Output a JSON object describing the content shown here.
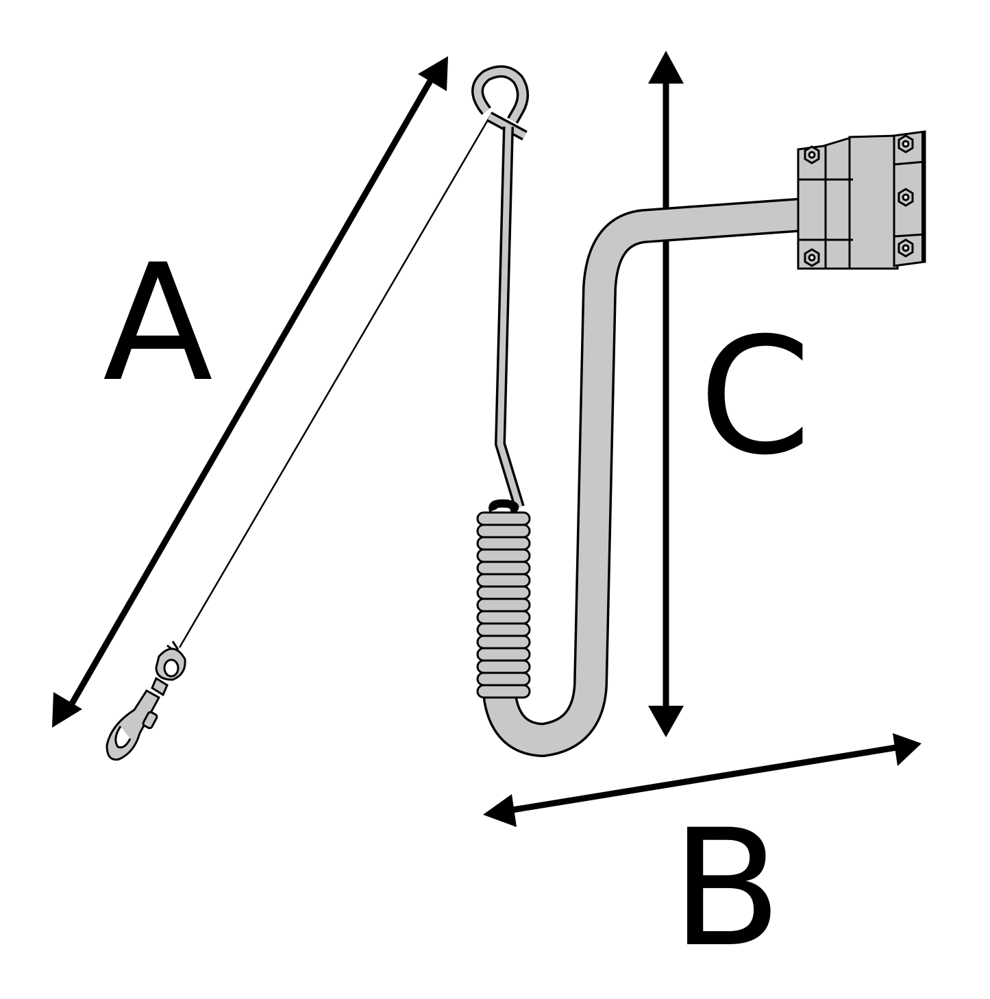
{
  "labels": {
    "a": "A",
    "b": "B",
    "c": "C"
  },
  "colors": {
    "ink": "#000000",
    "metal_fill": "#c8c8c8",
    "metal_dark": "#a8a8a8",
    "background": "#ffffff"
  },
  "parts": [
    "tether-cable",
    "clip-hook",
    "coil-spring",
    "bent-arm",
    "mounting-clamp"
  ]
}
